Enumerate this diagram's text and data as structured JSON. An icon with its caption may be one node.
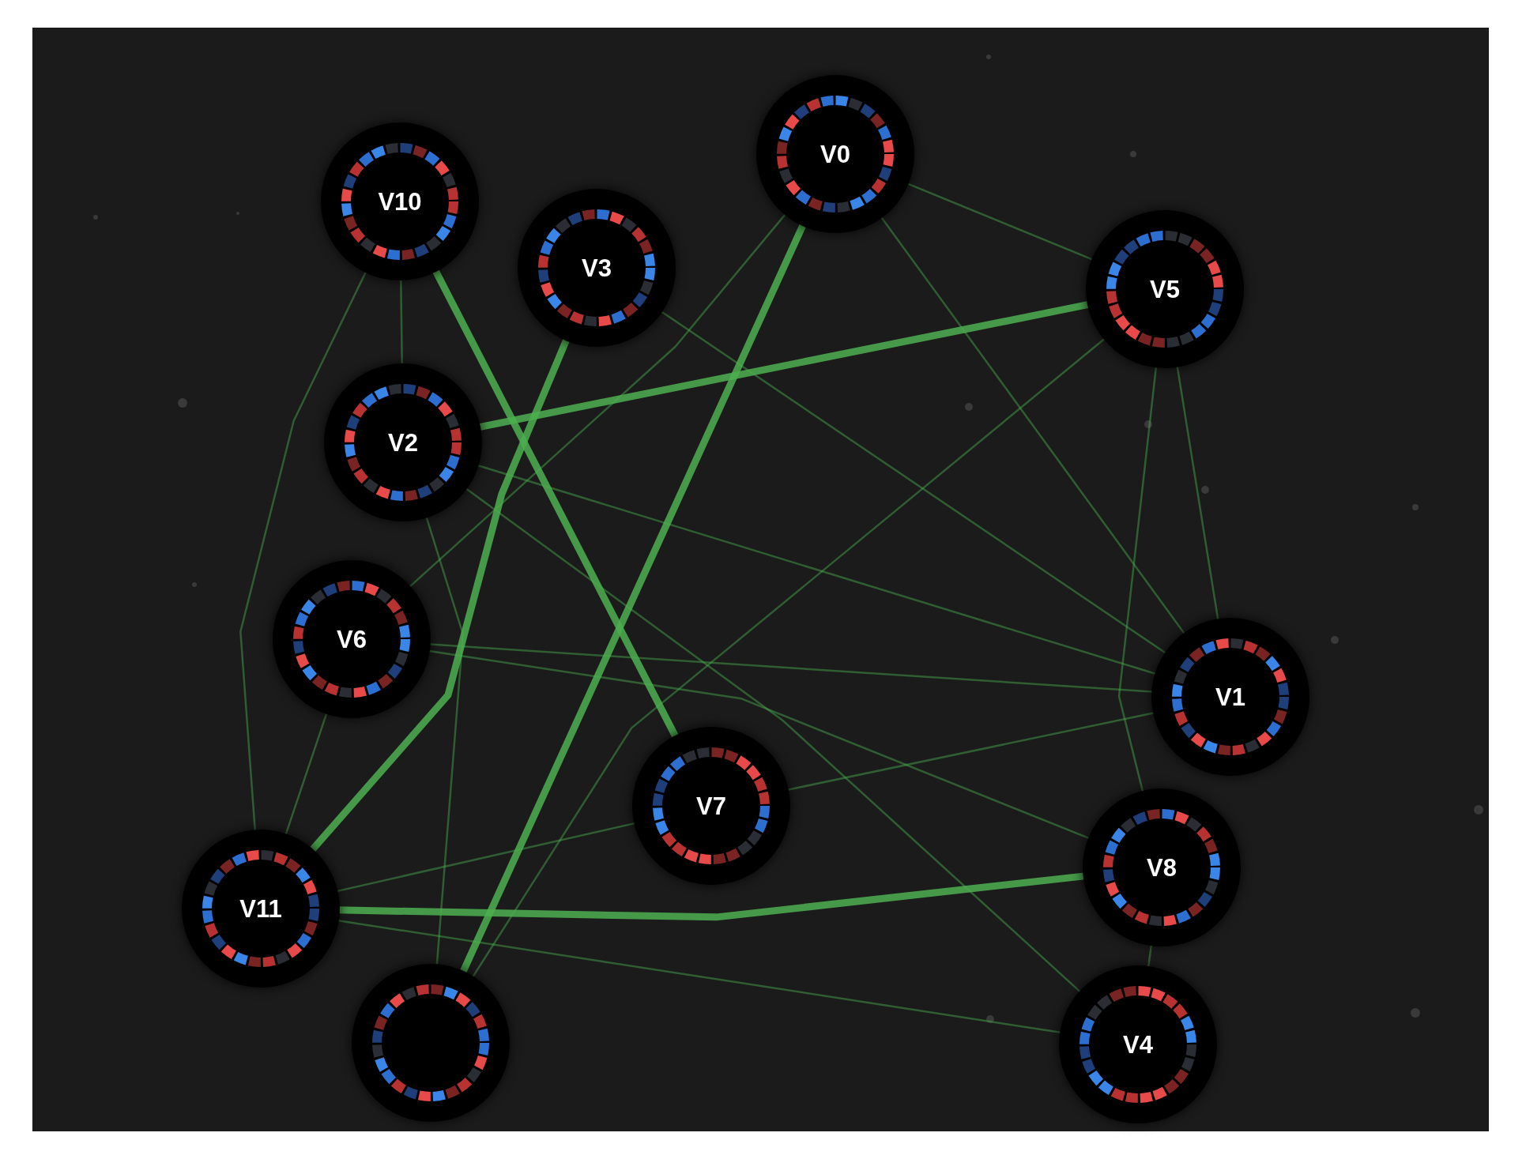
{
  "diagram": {
    "nodes": [
      {
        "text": [
          "V0"
        ]
      },
      {
        "text": [
          "V10"
        ]
      },
      {
        "text": [
          "V3"
        ]
      },
      {
        "text": [
          "V5"
        ]
      },
      {
        "text": [
          "V2"
        ]
      },
      {
        "text": [
          "V6"
        ]
      },
      {
        "text": [
          "V1"
        ]
      },
      {
        "text": [
          "V7"
        ]
      },
      {
        "text": [
          "V8"
        ]
      },
      {
        "text": [
          "V11"
        ]
      },
      {
        "text": [],
        "shape": "circle"
      },
      {
        "text": [
          "V4"
        ]
      }
    ],
    "edges": [
      {
        "from": 1,
        "to": 7,
        "arrow": "none",
        "style": "thick"
      },
      {
        "from": 2,
        "to": 9,
        "arrow": "none",
        "style": "thick"
      },
      {
        "from": 0,
        "to": 10,
        "arrow": "none",
        "style": "thick"
      },
      {
        "from": 3,
        "to": 4,
        "arrow": "none",
        "style": "thick"
      },
      {
        "from": 8,
        "to": 9,
        "arrow": "none",
        "style": "thick"
      },
      {
        "from": 3,
        "to": 10,
        "arrow": "none"
      },
      {
        "from": 3,
        "to": 6,
        "arrow": "none"
      },
      {
        "from": 5,
        "to": 6,
        "arrow": "none"
      },
      {
        "from": 5,
        "to": 9,
        "arrow": "none"
      },
      {
        "from": 4,
        "to": 6,
        "arrow": "none"
      },
      {
        "from": 5,
        "to": 8,
        "arrow": "none"
      },
      {
        "from": 4,
        "to": 11,
        "arrow": "none"
      },
      {
        "from": 9,
        "to": 11,
        "arrow": "none"
      },
      {
        "from": 7,
        "to": 6,
        "arrow": "none"
      },
      {
        "from": 9,
        "to": 7,
        "arrow": "none"
      },
      {
        "from": 1,
        "to": 4,
        "arrow": "none"
      },
      {
        "from": 1,
        "to": 9,
        "arrow": "none"
      },
      {
        "from": 2,
        "to": 6,
        "arrow": "none"
      },
      {
        "from": 0,
        "to": 3,
        "arrow": "none"
      },
      {
        "from": 0,
        "to": 6,
        "arrow": "none"
      },
      {
        "from": 0,
        "to": 5,
        "arrow": "none"
      },
      {
        "from": 3,
        "to": 8,
        "arrow": "none"
      },
      {
        "from": 8,
        "to": 11,
        "arrow": "none"
      },
      {
        "from": 4,
        "to": 10,
        "arrow": "none"
      }
    ]
  }
}
